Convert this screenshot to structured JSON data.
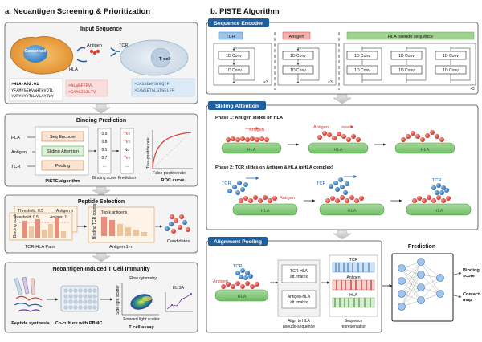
{
  "panel_a": {
    "title": "a. Neoantigen Screening & Prioritization",
    "input": {
      "header": "Input Sequence",
      "cancer_cell": "Cancer cell",
      "t_cell": "T cell",
      "hla": "HLA",
      "antigen": "Antigen",
      "tcr": "TCR",
      "hla_seq": [
        ">HLA-A02:01",
        "YFAMYGEKVAHTHVDTL",
        "YVRYHYYTWAVLAYTWY"
      ],
      "antigen_seq": [
        ">ALWGFFPVL",
        ">EAAGIGILTV"
      ],
      "tcr_seq": [
        ">CASSDWVSYEQYF",
        ">CAWSETGLGTGELFF"
      ]
    },
    "binding": {
      "header": "Binding Prediction",
      "inputs": [
        "HLA",
        "Antigen",
        "TCR"
      ],
      "modules": [
        "Seq Encoder",
        "Sliding Attention",
        "Pooling"
      ],
      "algorithm": "PISTE algorithm",
      "scores": [
        "0.9",
        "0.8",
        "0.1",
        "0.7",
        "..."
      ],
      "score_label": "Binding score",
      "predictions": [
        "Yes",
        "Yes",
        "No",
        "Yes",
        "..."
      ],
      "prediction_label": "Prediction",
      "roc_y": "True-positive rate",
      "roc_x": "False-positive rate",
      "roc_title": "ROC curve"
    },
    "selection": {
      "header": "Peptide Selection",
      "threshold": "Threshold: 0.5",
      "antigen_n": "Antigen n",
      "antigen_1": "Antigen 1",
      "binding_score": "Binding score",
      "pairs": "TCR-HLA Pairs",
      "top_k": "Top k antigens",
      "binding_tcr_counts": "Binding TCR counts",
      "antigen_range": "Antigen 1~n",
      "candidates": "Candidates"
    },
    "immunity": {
      "header": "Neoantigen-Induced T Cell Immunity",
      "synthesis": "Peptide synthesis",
      "coculture": "Co-culture with PBMC",
      "flow": "Flow cytometry",
      "elisa": "ELISA",
      "side_scatter": "Side light scatter",
      "forward_scatter": "Forward light scatter",
      "assay": "T cell assay"
    }
  },
  "panel_b": {
    "title": "b. PISTE Algorithm",
    "encoder": {
      "header": "Sequence Encoder",
      "tcr": "TCR",
      "antigen": "Antigen",
      "hla": "HLA pseudo sequence",
      "conv": "1D Conv",
      "repeat": "×3"
    },
    "sliding": {
      "header": "Sliding Attention",
      "phase1": "Phase 1: Antigen slides on HLA",
      "phase2": "Phase 2: TCR slides on Antigen & HLA (pHLA complex)",
      "antigen": "Antigen",
      "hla": "HLA",
      "tcr": "TCR"
    },
    "pooling": {
      "header": "Alignment Pooling",
      "tcr": "TCR",
      "antigen": "Antigen",
      "hla": "HLA",
      "tcr_hla": [
        "TCR-HLA",
        "att. matrix"
      ],
      "antigen_hla": [
        "Antigen-HLA",
        "att. matrix"
      ],
      "align": [
        "Align to HLA",
        "pseudo-sequence"
      ],
      "seq_rep": [
        "Sequence",
        "representation"
      ],
      "prediction": "Prediction",
      "outputs": [
        [
          "Binding",
          "score"
        ],
        [
          "Contact",
          "map"
        ]
      ]
    }
  },
  "colors": {
    "encoder_blue": "#1f5f9e",
    "tcr_blue": "#3b7fc4",
    "antigen_red": "#d8403a",
    "hla_green": "#5aa64a",
    "cancer_orange": "#f0a23c"
  }
}
